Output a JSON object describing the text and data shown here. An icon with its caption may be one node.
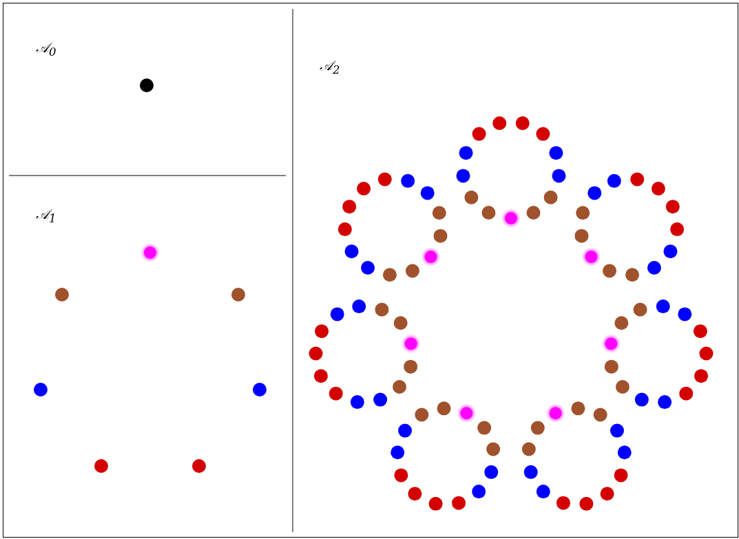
{
  "diagram": {
    "labels": [
      "𝒜$_{0}$",
      "𝒜$_{1}$",
      "𝒜$_{2}$"
    ]
  }
}
